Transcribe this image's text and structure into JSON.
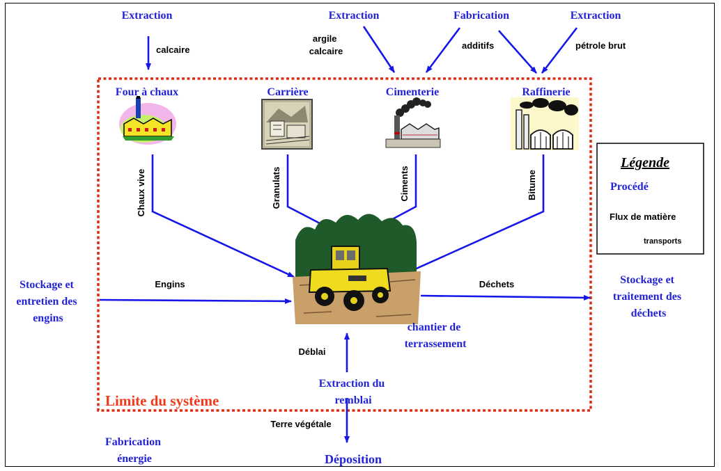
{
  "processes": {
    "extraction_calcaire": "Extraction",
    "extraction_argile": "Extraction",
    "fabrication_additifs": "Fabrication",
    "extraction_petrole": "Extraction",
    "four_a_chaux": "Four à chaux",
    "carriere": "Carrière",
    "cimenterie": "Cimenterie",
    "raffinerie": "Raffinerie",
    "stockage_engins": [
      "Stockage et",
      "entretien des",
      "engins"
    ],
    "stockage_dechets": [
      "Stockage et",
      "traitement des",
      "déchets"
    ],
    "chantier": [
      "chantier de",
      "terrassement"
    ],
    "extraction_remblai": [
      "Extraction du",
      "remblai"
    ],
    "fabrication_energie": [
      "Fabrication",
      "énergie"
    ],
    "deposition": "Déposition"
  },
  "flows": {
    "calcaire": "calcaire",
    "argile_calcaire": [
      "argile",
      "calcaire"
    ],
    "additifs": "additifs",
    "petrole_brut": "pétrole brut",
    "chaux_vive": "Chaux vive",
    "granulats": "Granulats",
    "ciments": "Ciments",
    "bitume": "Bitume",
    "engins": "Engins",
    "dechets": "Déchets",
    "deblai": "Déblai",
    "terre_vegetale": "Terre végétale"
  },
  "system_limit": "Limite du système",
  "legend": {
    "title": "Légende",
    "process": "Procédé",
    "material_flow": "Flux de matière",
    "transports": "transports"
  },
  "colors": {
    "process_text": "#2323d6",
    "arrow": "#1616e8",
    "system_limit": "#f03a1a"
  },
  "icons": [
    "lime-kiln-icon",
    "quarry-icon",
    "cement-plant-icon",
    "refinery-icon",
    "earthworks-grader-icon"
  ]
}
